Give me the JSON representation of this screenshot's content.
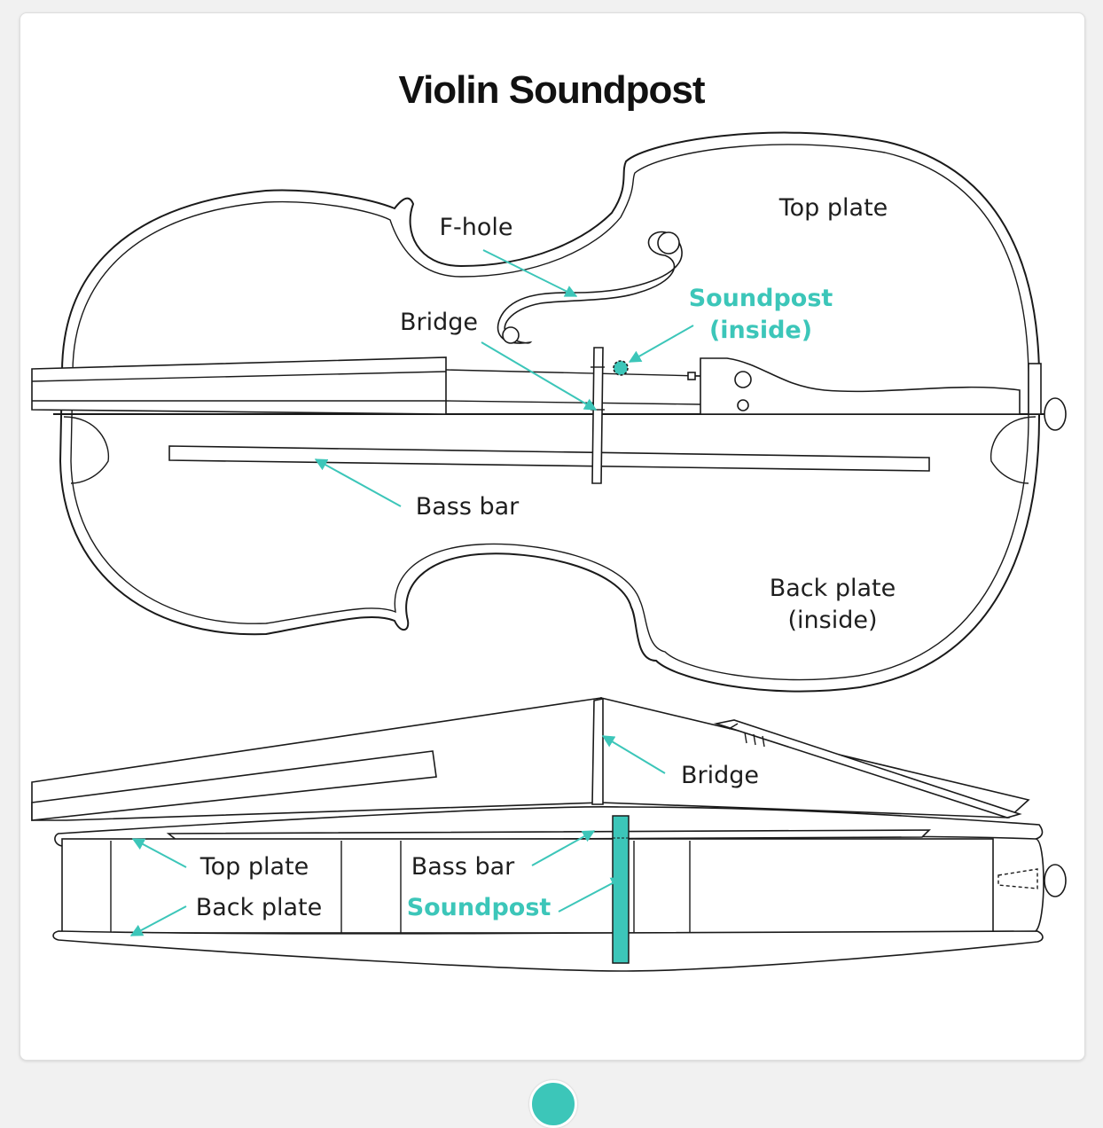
{
  "title": "Violin Soundpost",
  "top_view": {
    "labels": {
      "top_plate": "Top plate",
      "f_hole": "F-hole",
      "bridge": "Bridge",
      "soundpost_line1": "Soundpost",
      "soundpost_line2": "(inside)",
      "bass_bar": "Bass bar",
      "back_plate_line1": "Back plate",
      "back_plate_line2": "(inside)"
    }
  },
  "side_view": {
    "labels": {
      "bridge": "Bridge",
      "top_plate": "Top plate",
      "back_plate": "Back plate",
      "bass_bar": "Bass bar",
      "soundpost": "Soundpost"
    }
  },
  "colors": {
    "accent": "#3cc6b9",
    "line": "#1a1a1a",
    "background": "#ffffff"
  },
  "icons": {
    "footer_badge": "violin-logo-icon"
  }
}
